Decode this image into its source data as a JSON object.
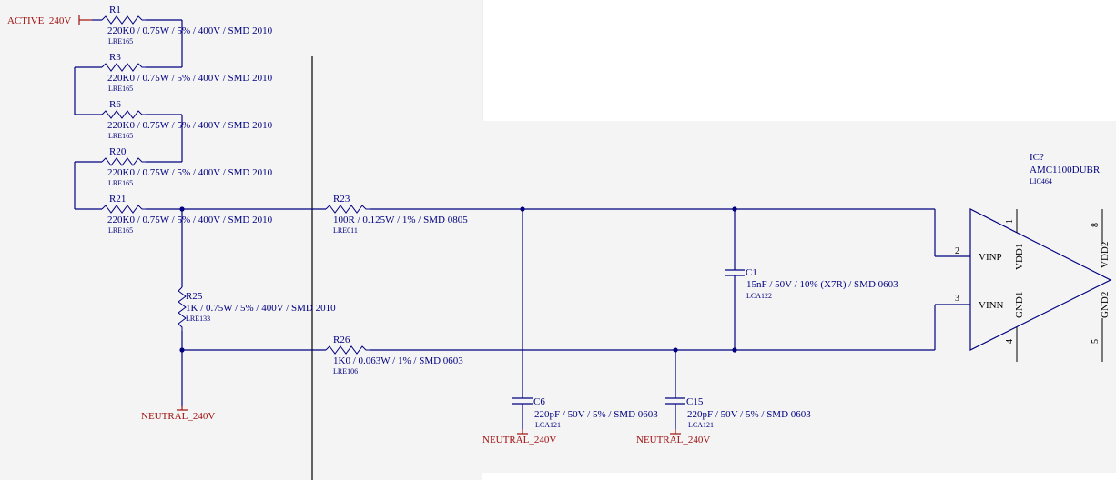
{
  "nets": {
    "active": "ACTIVE_240V",
    "neutral": "NEUTRAL_240V"
  },
  "resistors": {
    "r1": {
      "ref": "R1",
      "value": "220K0 / 0.75W / 5% / 400V / SMD 2010",
      "part": "LRE165"
    },
    "r3": {
      "ref": "R3",
      "value": "220K0 / 0.75W / 5% / 400V / SMD 2010",
      "part": "LRE165"
    },
    "r6": {
      "ref": "R6",
      "value": "220K0 / 0.75W / 5% / 400V / SMD 2010",
      "part": "LRE165"
    },
    "r20": {
      "ref": "R20",
      "value": "220K0 / 0.75W / 5% / 400V / SMD 2010",
      "part": "LRE165"
    },
    "r21": {
      "ref": "R21",
      "value": "220K0 / 0.75W / 5% / 400V / SMD 2010",
      "part": "LRE165"
    },
    "r23": {
      "ref": "R23",
      "value": "100R / 0.125W / 1% / SMD 0805",
      "part": "LRE011"
    },
    "r25": {
      "ref": "R25",
      "value": "1K / 0.75W / 5% / 400V / SMD 2010",
      "part": "LRE133"
    },
    "r26": {
      "ref": "R26",
      "value": "1K0 / 0.063W / 1% / SMD 0603",
      "part": "LRE106"
    }
  },
  "capacitors": {
    "c1": {
      "ref": "C1",
      "value": "15nF / 50V / 10% (X7R) / SMD 0603",
      "part": "LCA122"
    },
    "c6": {
      "ref": "C6",
      "value": "220pF / 50V / 5% / SMD 0603",
      "part": "LCA121"
    },
    "c15": {
      "ref": "C15",
      "value": "220pF / 50V / 5% / SMD 0603",
      "part": "LCA121"
    }
  },
  "ic": {
    "ref": "IC?",
    "name": "AMC1100DUBR",
    "part": "LIC464",
    "pins": {
      "vinp": {
        "num": "2",
        "name": "VINP"
      },
      "vinn": {
        "num": "3",
        "name": "VINN"
      },
      "vdd1": {
        "num": "1",
        "name": "VDD1"
      },
      "gnd1": {
        "num": "4",
        "name": "GND1"
      },
      "vdd2": {
        "num": "8",
        "name": "VDD2"
      },
      "gnd2": {
        "num": "5",
        "name": "GND2"
      }
    }
  }
}
